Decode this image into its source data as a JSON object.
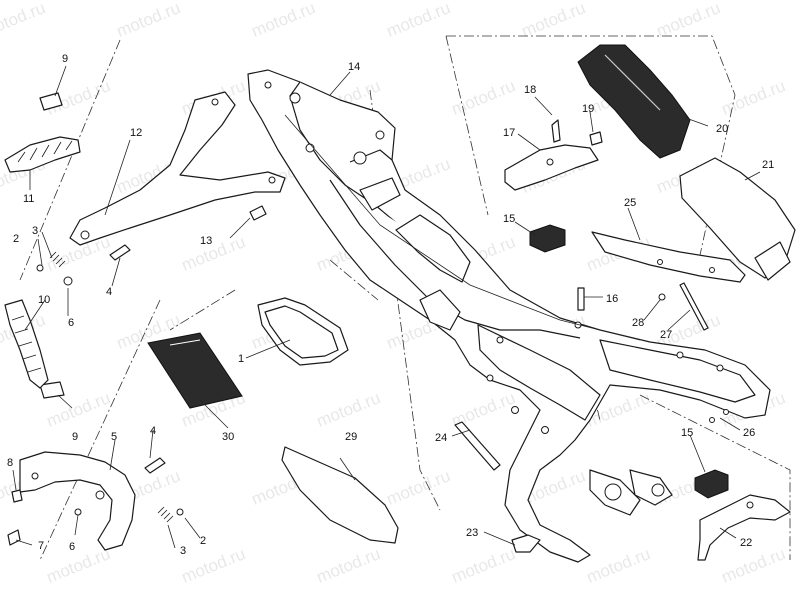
{
  "watermark": "motod.ru",
  "callouts": [
    "1",
    "2",
    "3",
    "4",
    "5",
    "6",
    "7",
    "8",
    "9",
    "10",
    "11",
    "12",
    "13",
    "14",
    "15",
    "16",
    "17",
    "18",
    "19",
    "20",
    "21",
    "22",
    "23",
    "24",
    "25",
    "26",
    "27",
    "28",
    "29",
    "30"
  ],
  "diagram": {
    "labels": [
      {
        "id": "l1",
        "text": "1"
      },
      {
        "id": "l2a",
        "text": "2"
      },
      {
        "id": "l2b",
        "text": "2"
      },
      {
        "id": "l3a",
        "text": "3"
      },
      {
        "id": "l3b",
        "text": "3"
      },
      {
        "id": "l4a",
        "text": "4"
      },
      {
        "id": "l4b",
        "text": "4"
      },
      {
        "id": "l5",
        "text": "5"
      },
      {
        "id": "l6a",
        "text": "6"
      },
      {
        "id": "l6b",
        "text": "6"
      },
      {
        "id": "l7",
        "text": "7"
      },
      {
        "id": "l8",
        "text": "8"
      },
      {
        "id": "l9a",
        "text": "9"
      },
      {
        "id": "l9b",
        "text": "9"
      },
      {
        "id": "l10",
        "text": "10"
      },
      {
        "id": "l11",
        "text": "11"
      },
      {
        "id": "l12",
        "text": "12"
      },
      {
        "id": "l13",
        "text": "13"
      },
      {
        "id": "l14",
        "text": "14"
      },
      {
        "id": "l15a",
        "text": "15"
      },
      {
        "id": "l15b",
        "text": "15"
      },
      {
        "id": "l16",
        "text": "16"
      },
      {
        "id": "l17",
        "text": "17"
      },
      {
        "id": "l18",
        "text": "18"
      },
      {
        "id": "l19",
        "text": "19"
      },
      {
        "id": "l20",
        "text": "20"
      },
      {
        "id": "l21",
        "text": "21"
      },
      {
        "id": "l22",
        "text": "22"
      },
      {
        "id": "l23",
        "text": "23"
      },
      {
        "id": "l24",
        "text": "24"
      },
      {
        "id": "l25",
        "text": "25"
      },
      {
        "id": "l26",
        "text": "26"
      },
      {
        "id": "l27",
        "text": "27"
      },
      {
        "id": "l28",
        "text": "28"
      },
      {
        "id": "l29",
        "text": "29"
      },
      {
        "id": "l30",
        "text": "30"
      }
    ]
  },
  "colors": {
    "line": "#1a1a1a",
    "dark_part": "#2b2b2b",
    "background": "#ffffff"
  }
}
